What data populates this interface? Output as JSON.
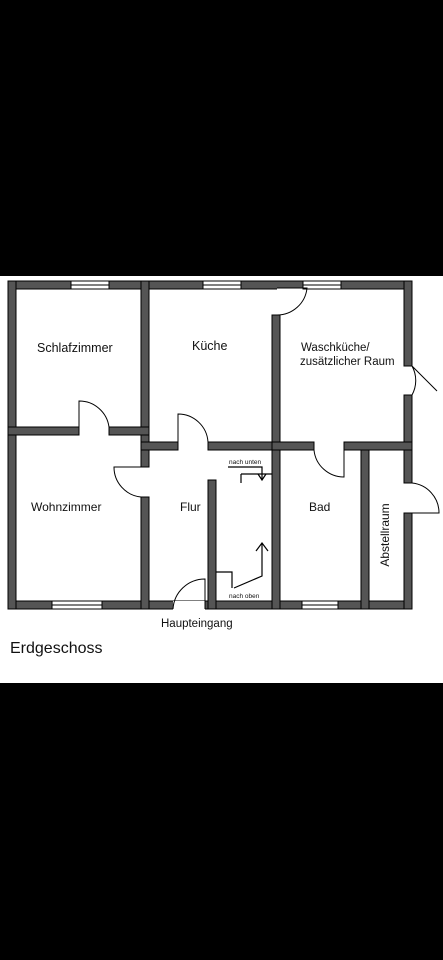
{
  "floor_title": "Erdgeschoss",
  "entrance_label": "Haupteingang",
  "rooms": {
    "schlafzimmer": "Schlafzimmer",
    "kueche": "Küche",
    "waschkueche_line1": "Waschküche/",
    "waschkueche_line2": "zusätzlicher Raum",
    "wohnzimmer": "Wohnzimmer",
    "flur": "Flur",
    "bad": "Bad",
    "abstellraum": "Abstellraum"
  },
  "stairs": {
    "down_label": "nach unten",
    "up_label": "nach oben"
  },
  "colors": {
    "wall_fill": "#555555",
    "wall_outline": "#000000",
    "background": "#ffffff",
    "outside": "#000000"
  }
}
